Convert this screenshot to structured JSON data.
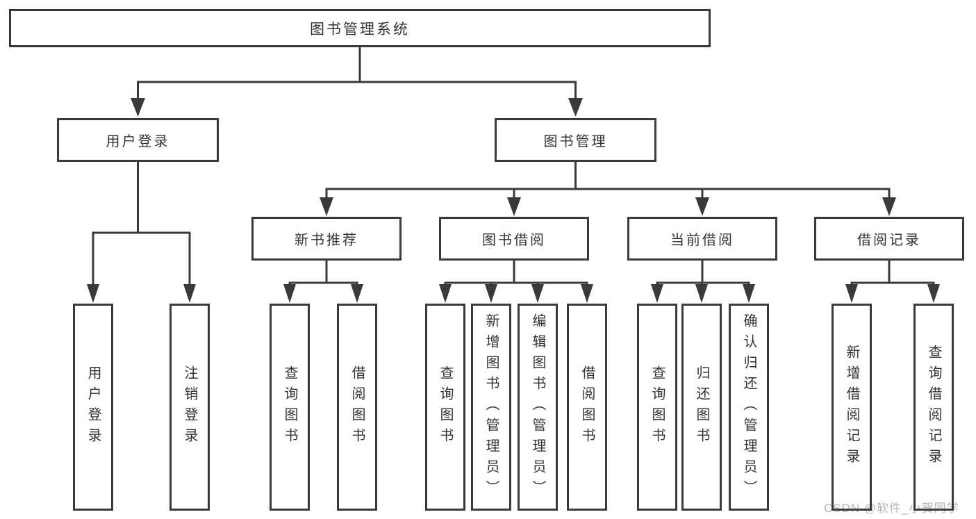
{
  "diagram": {
    "type": "tree",
    "tree": {
      "label": "图书管理系统",
      "children": [
        {
          "label": "用户登录",
          "children": [
            {
              "label": "用户登录"
            },
            {
              "label": "注销登录"
            }
          ]
        },
        {
          "label": "图书管理",
          "children": [
            {
              "label": "新书推荐",
              "children": [
                {
                  "label": "查询图书"
                },
                {
                  "label": "借阅图书"
                }
              ]
            },
            {
              "label": "图书借阅",
              "children": [
                {
                  "label": "查询图书"
                },
                {
                  "label": "新增图书（管理员）"
                },
                {
                  "label": "编辑图书（管理员）"
                },
                {
                  "label": "借阅图书"
                }
              ]
            },
            {
              "label": "当前借阅",
              "children": [
                {
                  "label": "查询图书"
                },
                {
                  "label": "归还图书"
                },
                {
                  "label": "确认归还（管理员）"
                }
              ]
            },
            {
              "label": "借阅记录",
              "children": [
                {
                  "label": "新增借阅记录"
                },
                {
                  "label": "查询借阅记录"
                }
              ]
            }
          ]
        }
      ]
    }
  },
  "watermark": {
    "text": "CSDN @软件_小贺同学",
    "color": "#b5b5b5"
  },
  "colors": {
    "line": "#3a3a3a",
    "text": "#333333",
    "background": "#ffffff"
  }
}
